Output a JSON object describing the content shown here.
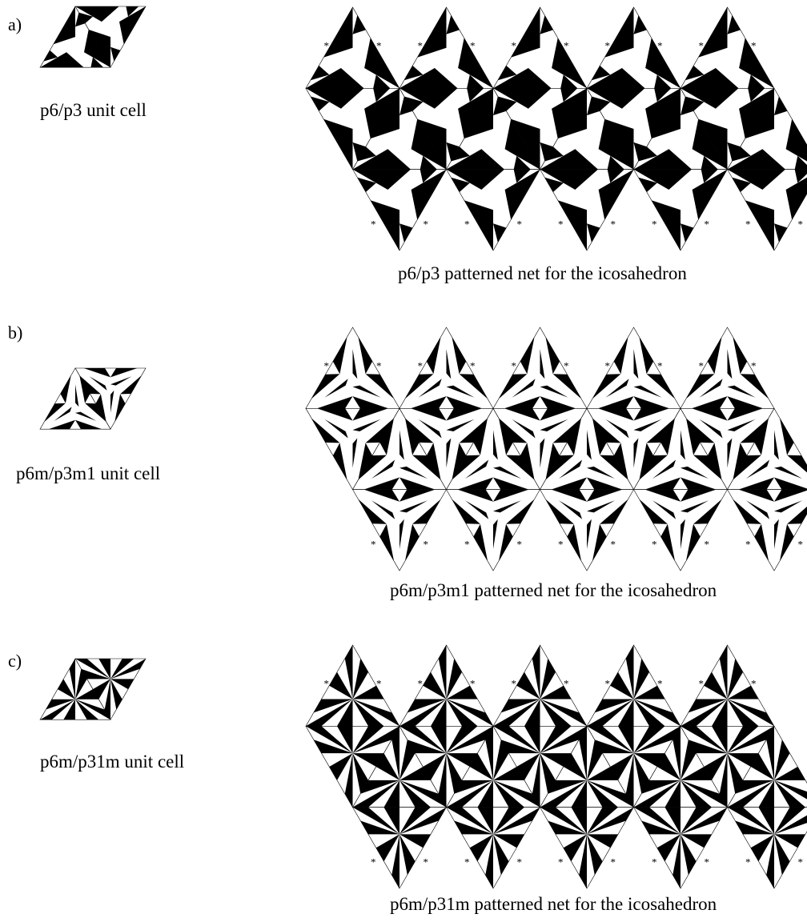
{
  "panels": [
    {
      "id": "a",
      "label": "a)",
      "unit_cell_caption": "p6/p3 unit cell",
      "net_caption": "p6/p3 patterned net for the icosahedron",
      "style": "pinwheel"
    },
    {
      "id": "b",
      "label": "b)",
      "unit_cell_caption": "p6m/p3m1 unit cell",
      "net_caption": "p6m/p3m1 patterned net for the icosahedron",
      "style": "mirror"
    },
    {
      "id": "c",
      "label": "c)",
      "unit_cell_caption": "p6m/p31m unit cell",
      "net_caption": "p6m/p31m patterned net for the icosahedron",
      "style": "fan"
    }
  ],
  "net": {
    "columns": 5,
    "marker_glyph": "*"
  },
  "colors": {
    "fill": "#000000",
    "background": "#ffffff"
  }
}
